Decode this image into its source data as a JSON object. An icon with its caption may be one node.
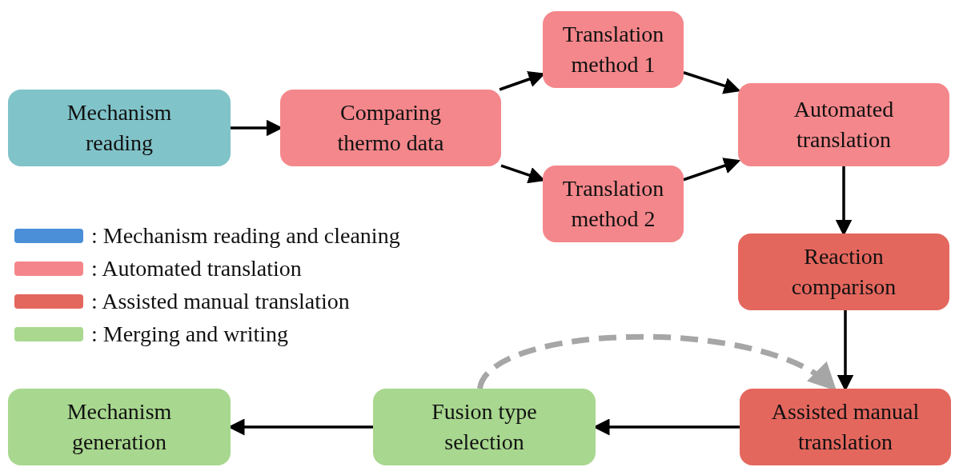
{
  "diagram": {
    "nodes": [
      {
        "text": [
          "Mechanism reading"
        ]
      },
      {
        "text": [
          "Comparing thermo data"
        ]
      },
      {
        "text": [
          "Translation method 1"
        ]
      },
      {
        "text": [
          "Translation method 2"
        ]
      },
      {
        "text": [
          "Automated translation"
        ]
      },
      {
        "text": [
          "Reaction comparison"
        ]
      },
      {
        "text": [
          "Assisted manual translation"
        ]
      },
      {
        "text": [
          "Fusion type selection"
        ]
      },
      {
        "text": [
          "Mechanism generation"
        ]
      }
    ],
    "edges": [
      {
        "from": 0,
        "to": 1,
        "arrow": "to"
      },
      {
        "from": 1,
        "to": 2,
        "arrow": "to"
      },
      {
        "from": 1,
        "to": 3,
        "arrow": "to"
      },
      {
        "from": 2,
        "to": 4,
        "arrow": "to"
      },
      {
        "from": 3,
        "to": 4,
        "arrow": "to"
      },
      {
        "from": 4,
        "to": 5,
        "arrow": "to"
      },
      {
        "from": 5,
        "to": 6,
        "arrow": "to"
      },
      {
        "from": 6,
        "to": 7,
        "arrow": "to"
      },
      {
        "from": 7,
        "to": 8,
        "arrow": "to"
      },
      {
        "from": 7,
        "to": 6,
        "arrow": "to",
        "style": "dashed",
        "color": "#a6a6a6"
      }
    ],
    "legend": [
      {
        "text": ": Mechanism reading and cleaning",
        "color": "#4a8fd8"
      },
      {
        "text": ": Automated translation",
        "color": "#f4868b"
      },
      {
        "text": ": Assisted manual translation",
        "color": "#e4675e"
      },
      {
        "text": ": Merging and writing",
        "color": "#a9d88e"
      }
    ]
  }
}
